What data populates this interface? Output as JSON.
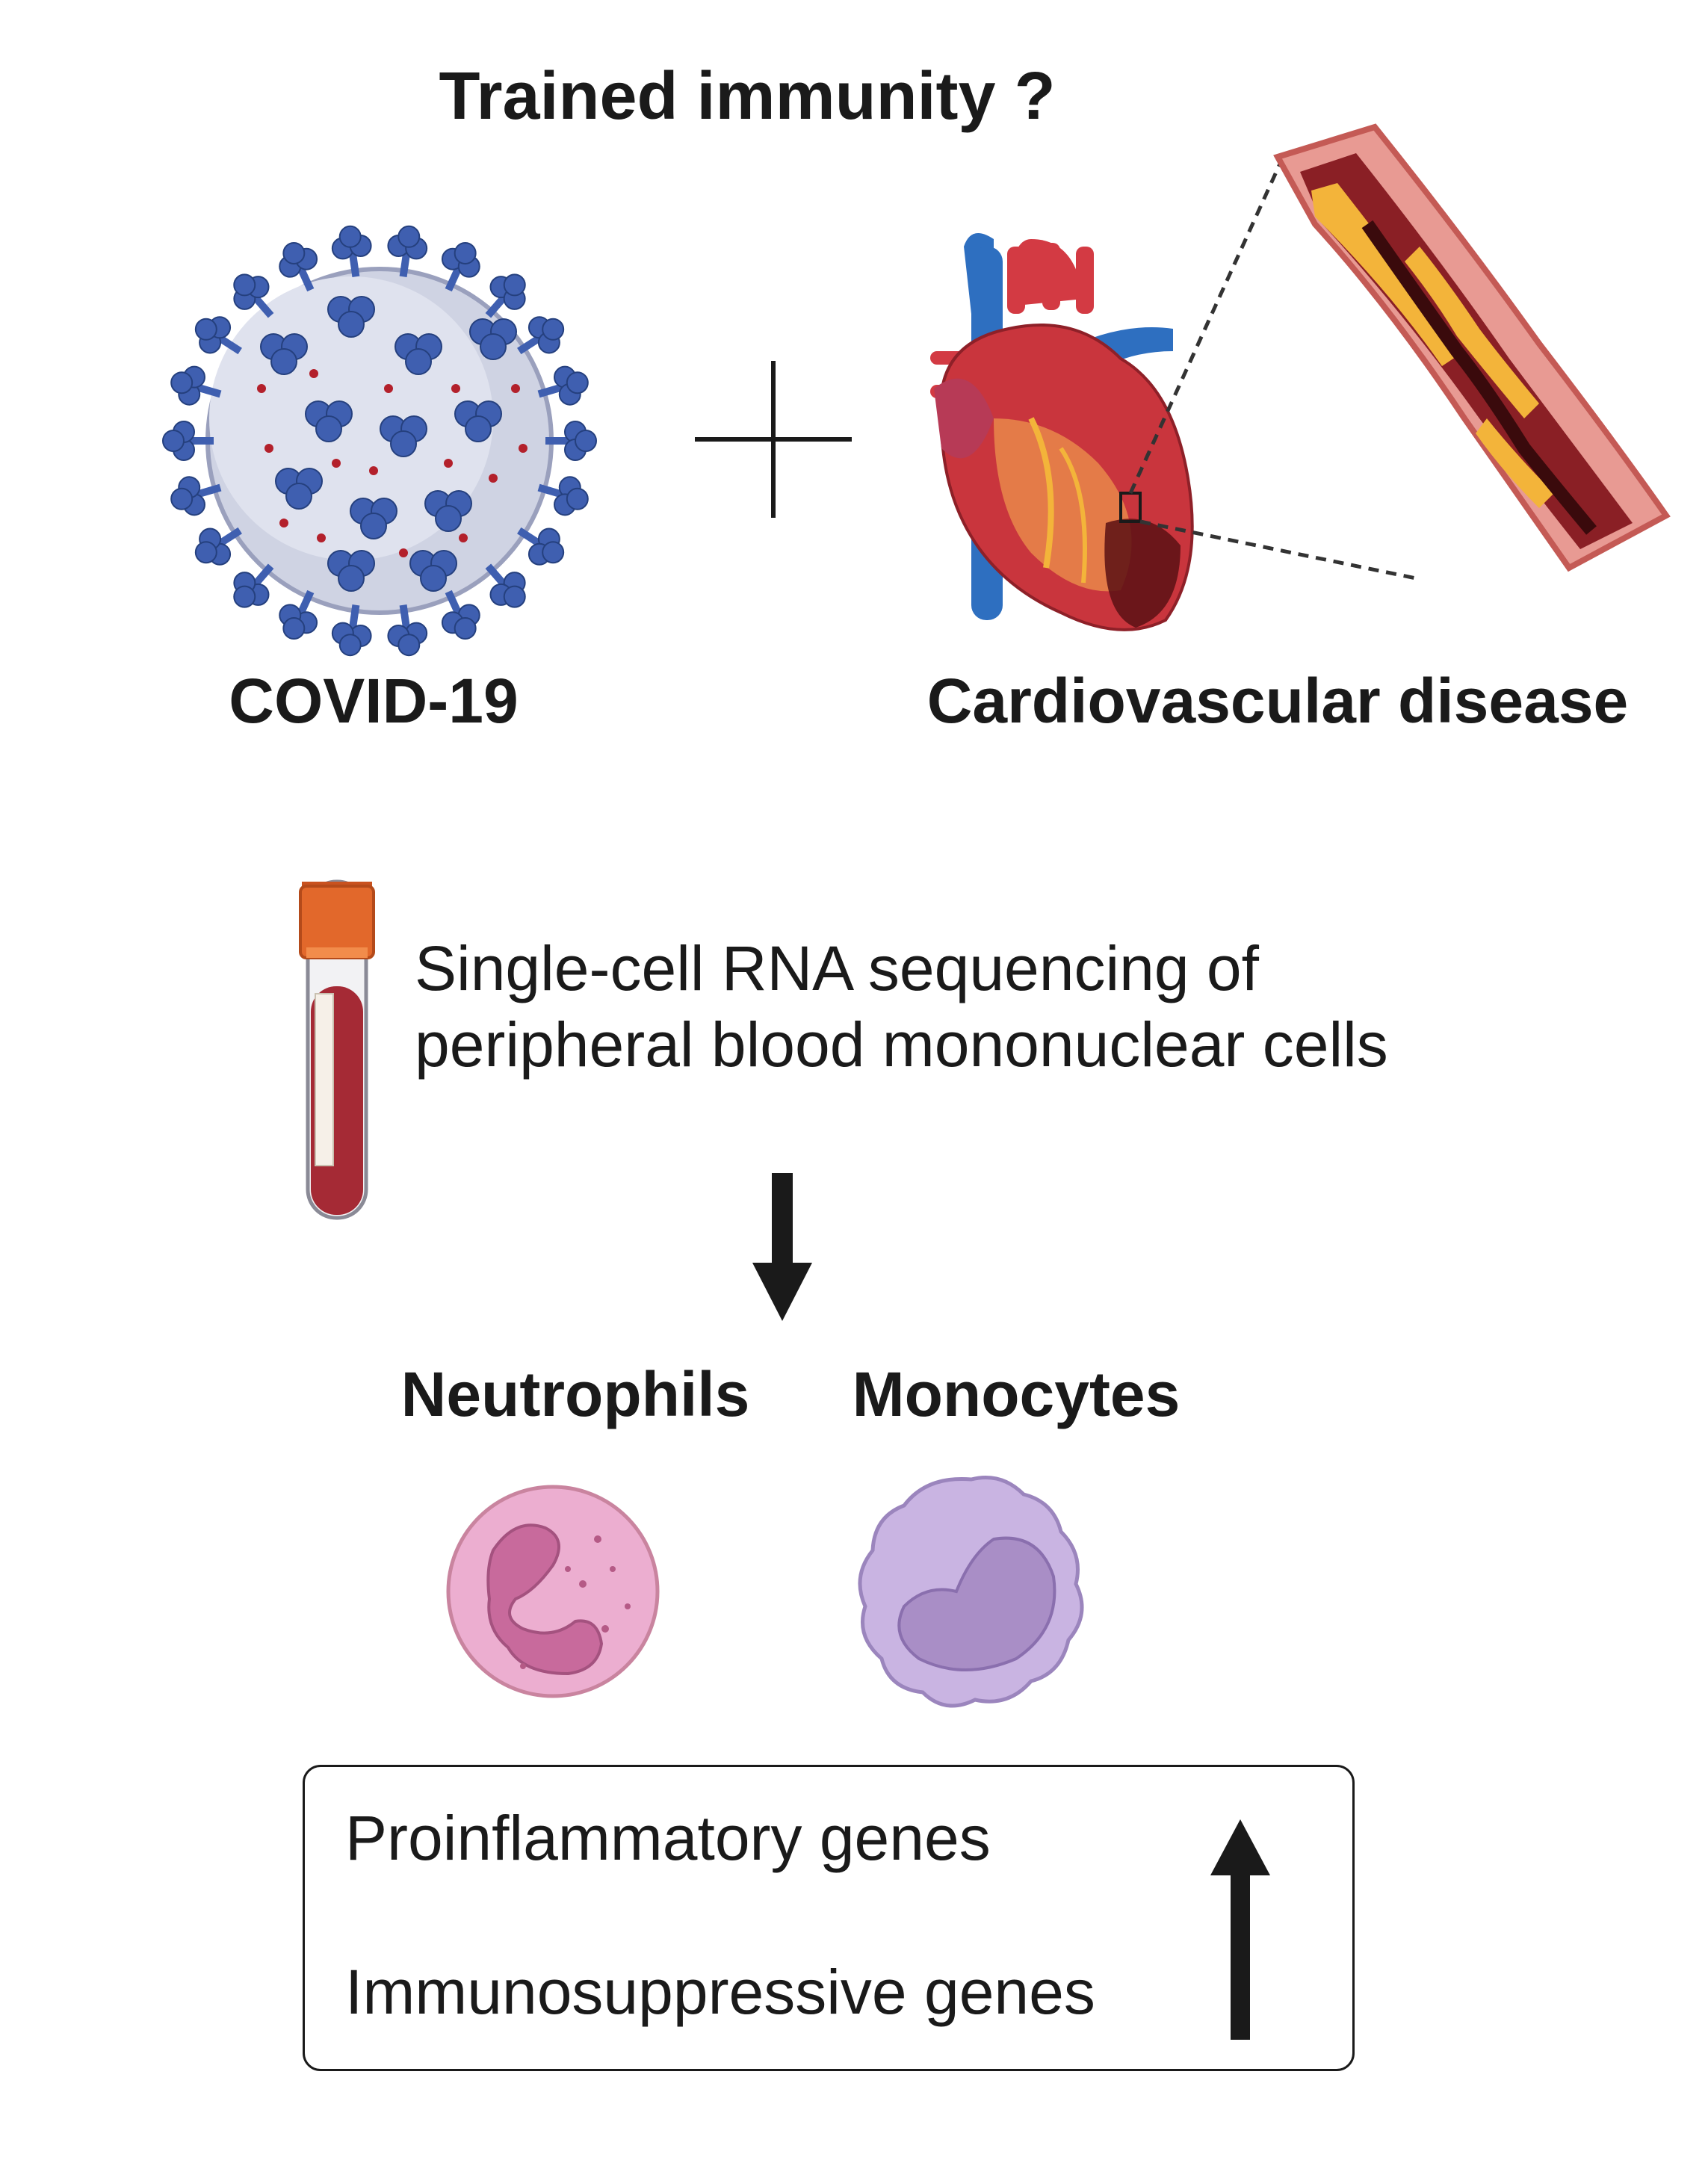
{
  "title": "Trained immunity ?",
  "conditions": {
    "left_label": "COVID-19",
    "right_label": "Cardiovascular disease"
  },
  "method": {
    "line1": "Single-cell RNA sequencing of",
    "line2": "peripheral blood mononuclear cells"
  },
  "cells": {
    "neutrophils_label": "Neutrophils",
    "monocytes_label": "Monocytes"
  },
  "result": {
    "gene_group_1": "Proinflammatory genes",
    "gene_group_2": "Immunosuppressive genes",
    "direction": "up"
  },
  "icons": {
    "virus": "virus-icon",
    "heart": "heart-icon",
    "artery": "artery-plaque-icon",
    "tube": "blood-tube-icon",
    "neutrophil": "neutrophil-cell-icon",
    "monocyte": "monocyte-cell-icon"
  },
  "colors": {
    "virus_spike": "#3f5fb0",
    "virus_body": "#cfd3e3",
    "heart_red": "#c9353d",
    "vessel_blue": "#2e6fc0",
    "plaque_yellow": "#f3b43a",
    "tube_cap": "#e2682b",
    "blood": "#a52a35",
    "neutrophil": "#ecaed0",
    "monocyte": "#c9b4e2"
  }
}
